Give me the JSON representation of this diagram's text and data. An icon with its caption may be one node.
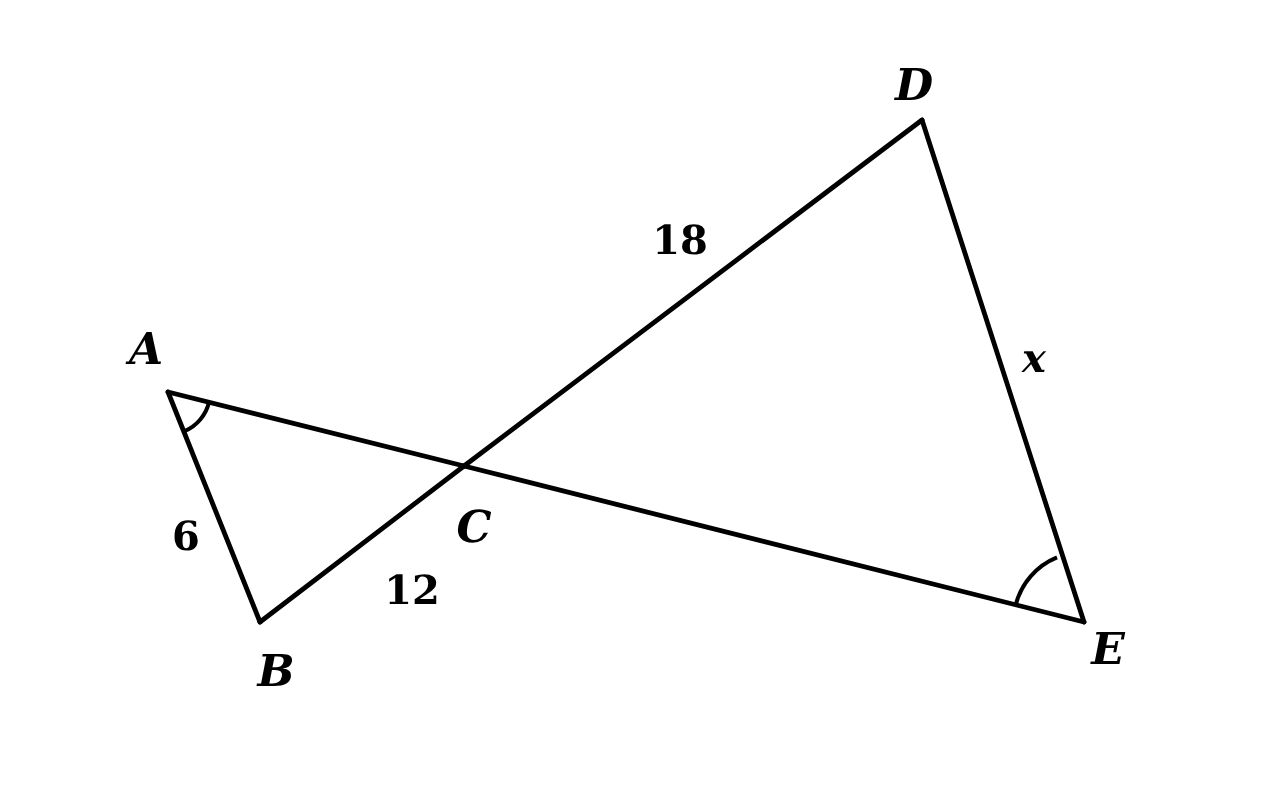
{
  "diagram": {
    "nodes": [
      {
        "text": [
          "A"
        ]
      },
      {
        "text": [
          "B"
        ]
      },
      {
        "text": [
          "C"
        ]
      },
      {
        "text": [
          "D"
        ]
      },
      {
        "text": [
          "E"
        ]
      }
    ],
    "edges": [
      {
        "from": 0,
        "to": 1,
        "arrow": "none",
        "label": "6"
      },
      {
        "from": 1,
        "to": 2,
        "arrow": "none",
        "label": "12"
      },
      {
        "from": 2,
        "to": 3,
        "arrow": "none",
        "label": "18"
      },
      {
        "from": 3,
        "to": 4,
        "arrow": "none",
        "label": "x"
      },
      {
        "from": 0,
        "to": 2,
        "arrow": "none"
      },
      {
        "from": 2,
        "to": 4,
        "arrow": "none"
      }
    ]
  }
}
